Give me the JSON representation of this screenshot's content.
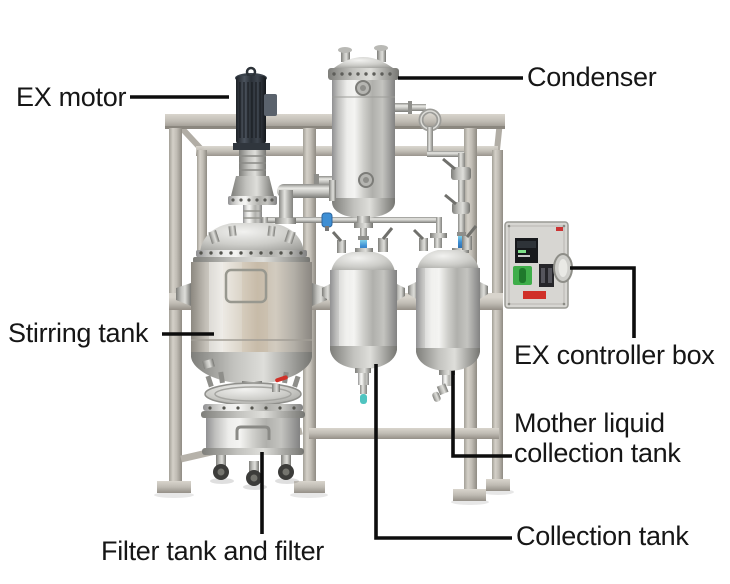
{
  "figure": {
    "type": "labeled-equipment-diagram",
    "subject": "Stainless steel crystallization / filtration unit with annotation callouts"
  },
  "labels": {
    "ex_motor": "EX motor",
    "condenser": "Condenser",
    "stirring_tank": "Stirring tank",
    "ex_controller_box": "EX controller box",
    "mother_liquid_line1": "Mother liquid",
    "mother_liquid_line2": "collection tank",
    "filter_tank": "Filter tank and filter",
    "collection_tank": "Collection tank"
  },
  "colors": {
    "background": "#ffffff",
    "label_text": "#161616",
    "callout_line": "#0d0d0d",
    "stainless_steel": "#c9c9c7",
    "frame_steel": "#c0bcb4",
    "motor_body": "#2b3138",
    "controller_box": "#d7d6d2",
    "display_screen": "#17191c",
    "green_switch": "#3fae4a",
    "red_tag": "#d03028",
    "valve_blue": "#3f8fd4",
    "valve_teal": "#4fc4c0"
  }
}
